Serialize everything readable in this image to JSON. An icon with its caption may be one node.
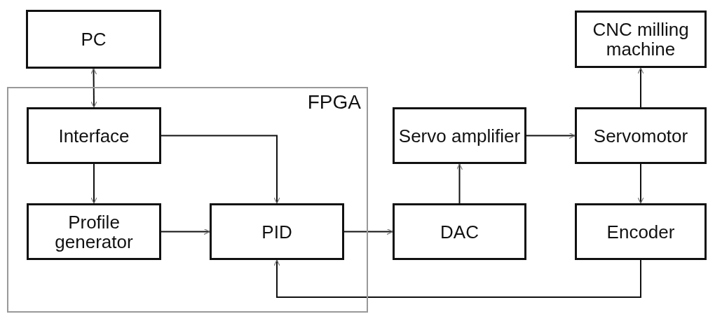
{
  "diagram": {
    "nodes": [
      {
        "text": [
          "PC"
        ]
      },
      {
        "text": [
          "CNC milling machine"
        ]
      },
      {
        "text": [
          "FPGA"
        ]
      },
      {
        "text": [
          "Interface"
        ],
        "in": 2
      },
      {
        "text": [
          "Servo amplifier"
        ]
      },
      {
        "text": [
          "Servomotor"
        ]
      },
      {
        "text": [
          "Profile generator"
        ],
        "in": 2
      },
      {
        "text": [
          "PID"
        ],
        "in": 2
      },
      {
        "text": [
          "DAC"
        ]
      },
      {
        "text": [
          "Encoder"
        ]
      }
    ],
    "edges": [
      {
        "from": 0,
        "to": 3,
        "arrow": "both"
      },
      {
        "from": 3,
        "to": 6,
        "arrow": "to"
      },
      {
        "from": 3,
        "to": 7,
        "arrow": "to"
      },
      {
        "from": 6,
        "to": 7,
        "arrow": "to"
      },
      {
        "from": 7,
        "to": 8,
        "arrow": "to"
      },
      {
        "from": 8,
        "to": 4,
        "arrow": "to"
      },
      {
        "from": 4,
        "to": 5,
        "arrow": "to"
      },
      {
        "from": 5,
        "to": 1,
        "arrow": "to"
      },
      {
        "from": 5,
        "to": 9,
        "arrow": "to"
      },
      {
        "from": 9,
        "to": 7,
        "arrow": "to"
      }
    ]
  }
}
